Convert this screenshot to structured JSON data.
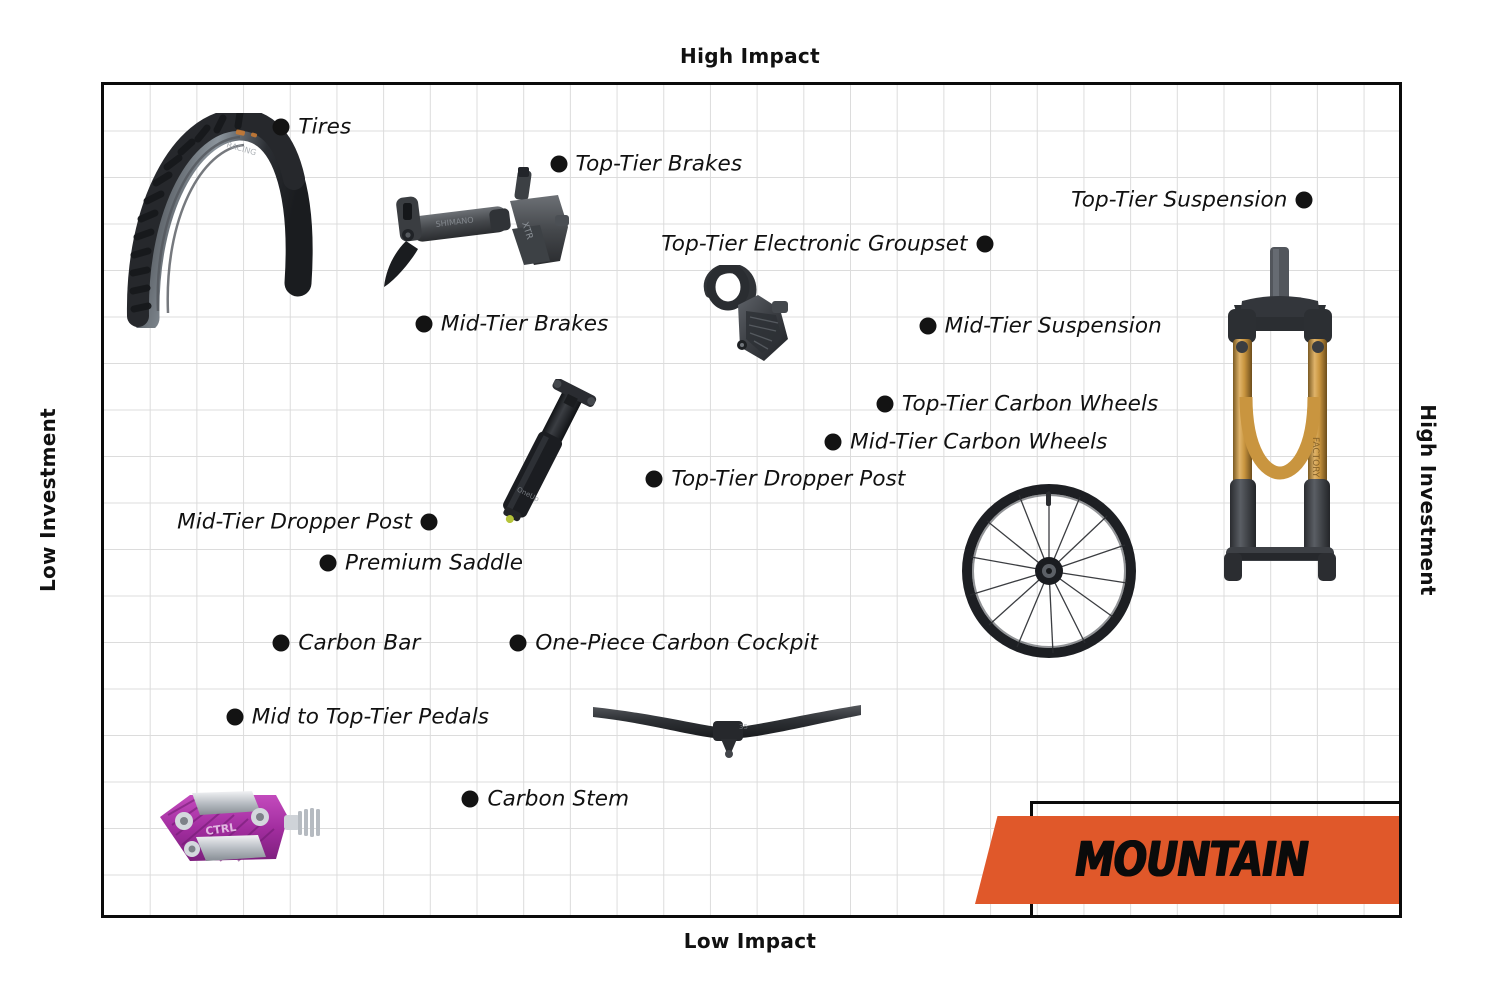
{
  "chart_data": {
    "type": "scatter",
    "title": "",
    "xlabel_high": "High Impact",
    "xlabel_low": "Low Impact",
    "ylabel_low": "Low Investment",
    "ylabel_high": "High Investment",
    "axis_top_label": "High Impact",
    "axis_bottom_label": "Low Impact",
    "axis_left_label": "Low Investment",
    "axis_right_label": "High Investment",
    "grid": true,
    "xlim": [
      0,
      100
    ],
    "ylim": [
      0,
      100
    ],
    "legend": "MOUNTAIN",
    "accent_color": "#e0582a",
    "marker_color": "#131313",
    "points": [
      {
        "label": "Tires",
        "x": 13.7,
        "y": 95.0,
        "label_side": "right"
      },
      {
        "label": "Top-Tier Brakes",
        "x": 35.1,
        "y": 90.5,
        "label_side": "right"
      },
      {
        "label": "Top-Tier Suspension",
        "x": 92.7,
        "y": 86.2,
        "label_side": "left"
      },
      {
        "label": "Top-Tier Electronic Groupset",
        "x": 68.0,
        "y": 80.9,
        "label_side": "left"
      },
      {
        "label": "Mid-Tier Brakes",
        "x": 24.7,
        "y": 71.2,
        "label_side": "right"
      },
      {
        "label": "Mid-Tier Suspension",
        "x": 63.6,
        "y": 71.0,
        "label_side": "right"
      },
      {
        "label": "Top-Tier Carbon Wheels",
        "x": 60.3,
        "y": 61.6,
        "label_side": "right"
      },
      {
        "label": "Mid-Tier Carbon Wheels",
        "x": 56.3,
        "y": 57.0,
        "label_side": "right"
      },
      {
        "label": "Top-Tier Dropper Post",
        "x": 42.5,
        "y": 52.5,
        "label_side": "right"
      },
      {
        "label": "Mid-Tier Dropper Post",
        "x": 25.1,
        "y": 47.4,
        "label_side": "left"
      },
      {
        "label": "Premium Saddle",
        "x": 17.3,
        "y": 42.4,
        "label_side": "right"
      },
      {
        "label": "Carbon Bar",
        "x": 13.7,
        "y": 32.8,
        "label_side": "right"
      },
      {
        "label": "One-Piece Carbon Cockpit",
        "x": 32.0,
        "y": 32.8,
        "label_side": "right"
      },
      {
        "label": "Mid to Top-Tier Pedals",
        "x": 10.1,
        "y": 23.9,
        "label_side": "right"
      },
      {
        "label": "Carbon Stem",
        "x": 28.3,
        "y": 14.0,
        "label_side": "right"
      }
    ],
    "product_images": [
      {
        "name": "mtb-tire-photo",
        "alt": "Mountain bike knobby tire"
      },
      {
        "name": "disc-brake-set-photo",
        "alt": "Hydraulic disc brake lever and caliper"
      },
      {
        "name": "electronic-derailleur-photo",
        "alt": "Electronic rear derailleur"
      },
      {
        "name": "suspension-fork-photo",
        "alt": "Gold stanchion suspension fork"
      },
      {
        "name": "dropper-post-photo",
        "alt": "Dropper seatpost"
      },
      {
        "name": "carbon-wheel-photo",
        "alt": "Carbon spoked wheel"
      },
      {
        "name": "carbon-handlebar-photo",
        "alt": "Carbon riser handlebar"
      },
      {
        "name": "clipless-pedal-photo",
        "alt": "Purple clipless pedal"
      }
    ]
  }
}
